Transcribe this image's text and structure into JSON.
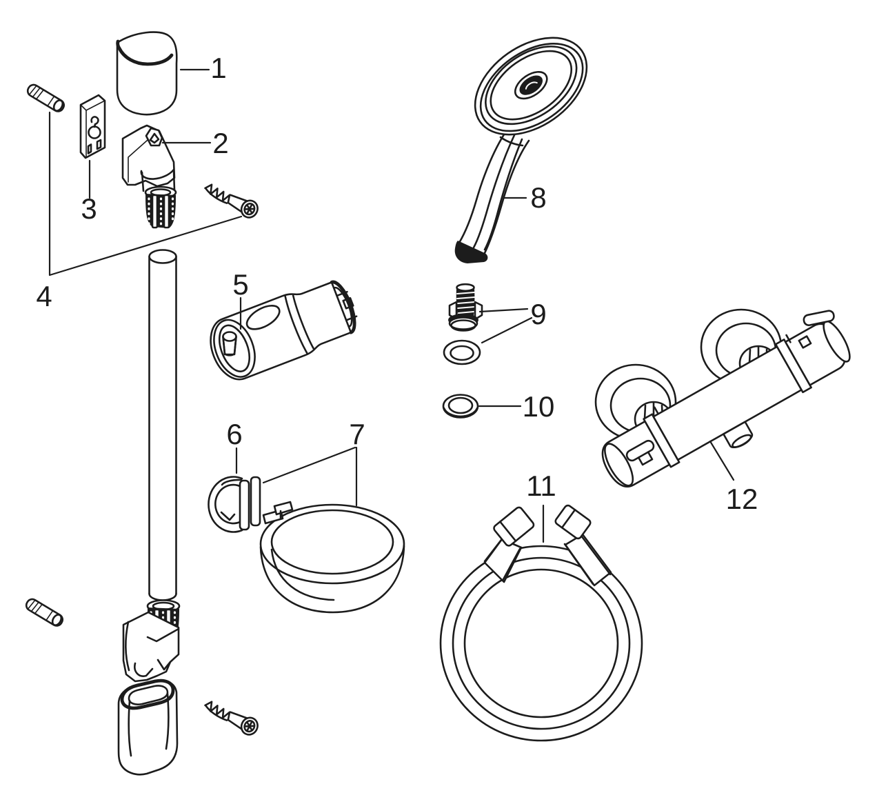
{
  "diagram": {
    "background": "#ffffff",
    "line_color": "#1c1c1c",
    "parts": [
      {
        "number": "1",
        "name": "rail end cap"
      },
      {
        "number": "2",
        "name": "upper wall bracket with expansion anchor"
      },
      {
        "number": "3",
        "name": "mounting plate"
      },
      {
        "number": "4",
        "name": "wall plugs and screws"
      },
      {
        "number": "5",
        "name": "shower holder slider"
      },
      {
        "number": "6",
        "name": "retaining clip"
      },
      {
        "number": "7",
        "name": "soap dish ring"
      },
      {
        "number": "8",
        "name": "hand shower"
      },
      {
        "number": "9",
        "name": "screw fitting with seal ring"
      },
      {
        "number": "10",
        "name": "filter seal"
      },
      {
        "number": "11",
        "name": "shower hose"
      },
      {
        "number": "12",
        "name": "thermostatic shower mixer"
      }
    ]
  }
}
